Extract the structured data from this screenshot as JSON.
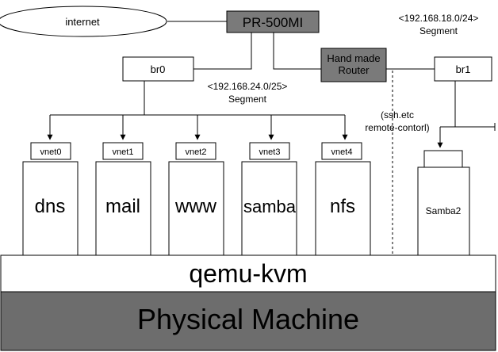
{
  "diagram": {
    "internet": "internet",
    "pr500": "PR-500MI",
    "router": [
      "Hand made",
      "Router"
    ],
    "br0": "br0",
    "br1": "br1",
    "segment_24": [
      "<192.168.24.0/25>",
      "Segment"
    ],
    "segment_18": [
      "<192.168.18.0/24>",
      "Segment"
    ],
    "remote_note": [
      "(ssh.etc",
      "remote-contorl)"
    ],
    "vnets": [
      "vnet0",
      "vnet1",
      "vnet2",
      "vnet3",
      "vnet4"
    ],
    "vms": [
      "dns",
      "mail",
      "www",
      "samba",
      "nfs"
    ],
    "samba2": "Samba2",
    "hypervisor": "qemu-kvm",
    "host": "Physical Machine"
  },
  "colors": {
    "dark_box": "#7a7a7a",
    "host_fill": "#6d6d6d",
    "line": "#000000"
  }
}
